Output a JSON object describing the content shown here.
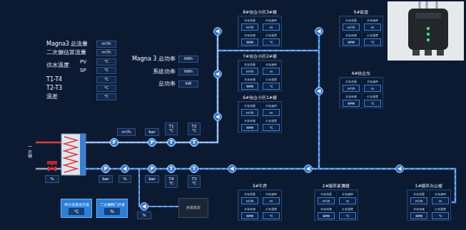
{
  "diagram": {
    "nodes": [
      {
        "text": [
          "m³/h"
        ]
      },
      {
        "text": [
          "m³/h"
        ]
      },
      {
        "text": [
          "℃"
        ]
      },
      {
        "text": [
          "℃"
        ]
      },
      {
        "text": [
          "℃"
        ]
      },
      {
        "text": [
          "℃"
        ]
      },
      {
        "text": [
          "℃"
        ]
      },
      {
        "text": [
          "kWh"
        ]
      },
      {
        "text": [
          "kWh"
        ]
      },
      {
        "text": [
          "kW"
        ]
      },
      {
        "text": [
          "8#信合小区3#楼"
        ]
      },
      {
        "text": [
          "水泵流量",
          "m³/h"
        ],
        "in": 10
      },
      {
        "text": [
          "水泵扬程",
          "m"
        ],
        "in": 10
      },
      {
        "text": [
          "水泵转速",
          "RPM"
        ],
        "in": 10
      },
      {
        "text": [
          "介质温度",
          "℃"
        ],
        "in": 10
      },
      {
        "text": [
          "5#百货"
        ]
      },
      {
        "text": [
          "水泵流量",
          "m³/h"
        ],
        "in": 15
      },
      {
        "text": [
          "水泵扬程",
          "m"
        ],
        "in": 15
      },
      {
        "text": [
          "水泵转速",
          "RPM"
        ],
        "in": 15
      },
      {
        "text": [
          "介质温度",
          "℃"
        ],
        "in": 15
      },
      {
        "text": [
          "7#信合小区2#楼"
        ]
      },
      {
        "text": [
          "水泵流量",
          "m³/h"
        ],
        "in": 20
      },
      {
        "text": [
          "水泵扬程",
          "m"
        ],
        "in": 20
      },
      {
        "text": [
          "水泵转速",
          "RPM"
        ],
        "in": 20
      },
      {
        "text": [
          "介质温度",
          "℃"
        ],
        "in": 20
      },
      {
        "text": [
          "4#信合东"
        ]
      },
      {
        "text": [
          "水泵流量",
          "m³/h"
        ],
        "in": 25
      },
      {
        "text": [
          "水泵扬程",
          "m"
        ],
        "in": 25
      },
      {
        "text": [
          "水泵转速",
          "RPM"
        ],
        "in": 25
      },
      {
        "text": [
          "介质温度",
          "℃"
        ],
        "in": 25
      },
      {
        "text": [
          "6#信合小区1#楼"
        ]
      },
      {
        "text": [
          "水泵流量",
          "m³/h"
        ],
        "in": 30
      },
      {
        "text": [
          "水泵扬程",
          "m"
        ],
        "in": 30
      },
      {
        "text": [
          "水泵转速",
          "RPM"
        ],
        "in": 30
      },
      {
        "text": [
          "介质温度",
          "℃"
        ],
        "in": 30
      },
      {
        "text": [
          "m³/h"
        ]
      },
      {
        "text": [
          "bar"
        ]
      },
      {
        "text": [
          "T1",
          "℃"
        ]
      },
      {
        "text": [
          "T2",
          "℃"
        ]
      },
      {
        "text": [
          "F"
        ]
      },
      {
        "text": [
          "P"
        ]
      },
      {
        "text": [
          "T"
        ]
      },
      {
        "text": [
          "T"
        ]
      },
      {
        "text": [
          "P"
        ]
      },
      {
        "text": [
          "P"
        ]
      },
      {
        "text": [
          "T"
        ]
      },
      {
        "text": [
          "T"
        ]
      },
      {
        "text": [
          "%"
        ]
      },
      {
        "text": [
          "bar"
        ]
      },
      {
        "text": [
          "%"
        ]
      },
      {
        "text": [
          "bar"
        ]
      },
      {
        "text": [
          "T4",
          "℃"
        ]
      },
      {
        "text": [
          "T3",
          "℃"
        ]
      },
      {
        "text": [
          "3#平房"
        ]
      },
      {
        "text": [
          "水泵流量",
          "m³/h"
        ],
        "in": 53
      },
      {
        "text": [
          "水泵扬程",
          "m"
        ],
        "in": 53
      },
      {
        "text": [
          "水泵转速",
          "RPM"
        ],
        "in": 53
      },
      {
        "text": [
          "介质温度",
          "℃"
        ],
        "in": 53
      },
      {
        "text": [
          "2#烟草家属楼"
        ]
      },
      {
        "text": [
          "水泵流量",
          "m³/h"
        ],
        "in": 58
      },
      {
        "text": [
          "水泵扬程",
          "m"
        ],
        "in": 58
      },
      {
        "text": [
          "水泵转速",
          "RPM"
        ],
        "in": 58
      },
      {
        "text": [
          "介质温度",
          "℃"
        ],
        "in": 58
      },
      {
        "text": [
          "1#烟草办公楼"
        ]
      },
      {
        "text": [
          "水泵流量",
          "m³/h"
        ],
        "in": 63
      },
      {
        "text": [
          "水泵扬程",
          "m"
        ],
        "in": 63
      },
      {
        "text": [
          "水泵转速",
          "RPM"
        ],
        "in": 63
      },
      {
        "text": [
          "介质温度",
          "℃"
        ],
        "in": 63
      },
      {
        "text": [
          "供水温度设定值",
          "℃"
        ]
      },
      {
        "text": [
          "二次侧阀门开度",
          "%"
        ]
      },
      {
        "text": [
          "%"
        ]
      },
      {
        "text": [
          "压差设定"
        ]
      }
    ],
    "labels": [
      "Magna3 总流量",
      "二次侧估算流量",
      "供水温度",
      "PV",
      "SP",
      "T1-T4",
      "T2-T3",
      "温差",
      "Magna 3 总功率",
      "系统功率",
      "总功率",
      "一次侧"
    ]
  }
}
